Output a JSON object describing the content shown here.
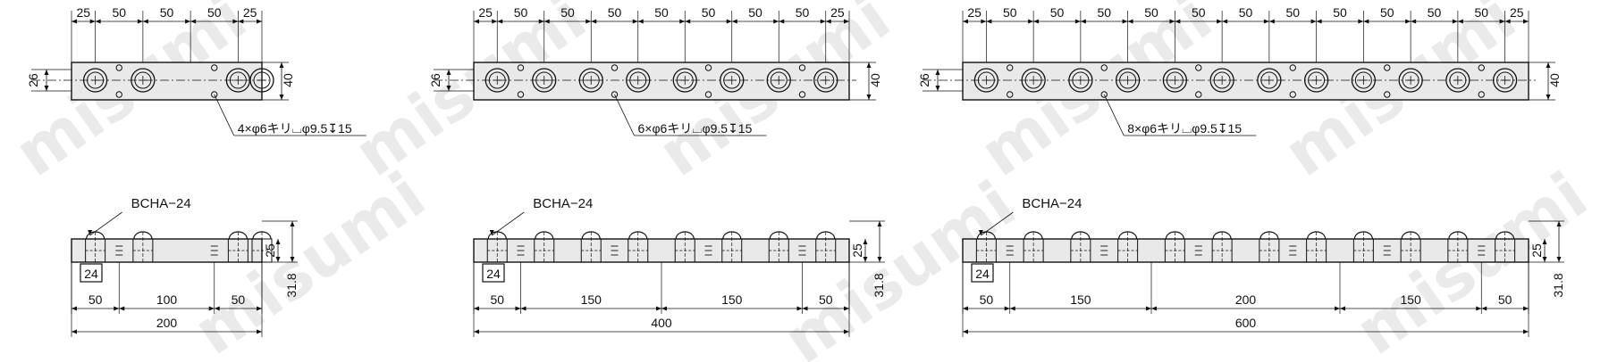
{
  "watermark": "misumi",
  "colors": {
    "plate": "#e9e9e9",
    "line": "#111111",
    "watermark": "#d9d9d9"
  },
  "drawings": [
    {
      "name": "unit-200",
      "top_dims": [
        "25",
        "50",
        "50",
        "50",
        "25"
      ],
      "height_left": "26",
      "height_right": "40",
      "hole_note": "4×φ6キリ⌴φ9.5↧15",
      "part_label": "BCHA−24",
      "pitch_label": "24",
      "block_height": "25",
      "total_height": "31.8",
      "bottom_dims": [
        "50",
        "100",
        "50"
      ],
      "overall": "200"
    },
    {
      "name": "unit-400",
      "top_dims": [
        "25",
        "50",
        "50",
        "50",
        "50",
        "50",
        "50",
        "50",
        "25"
      ],
      "height_left": "26",
      "height_right": "40",
      "hole_note": "6×φ6キリ⌴φ9.5↧15",
      "part_label": "BCHA−24",
      "pitch_label": "24",
      "block_height": "25",
      "total_height": "31.8",
      "bottom_dims": [
        "50",
        "150",
        "150",
        "50"
      ],
      "overall": "400"
    },
    {
      "name": "unit-600",
      "top_dims": [
        "25",
        "50",
        "50",
        "50",
        "50",
        "50",
        "50",
        "50",
        "50",
        "50",
        "50",
        "50",
        "25"
      ],
      "height_left": "26",
      "height_right": "40",
      "hole_note": "8×φ6キリ⌴φ9.5↧15",
      "part_label": "BCHA−24",
      "pitch_label": "24",
      "block_height": "25",
      "total_height": "31.8",
      "bottom_dims": [
        "50",
        "150",
        "200",
        "150",
        "50"
      ],
      "overall": "600"
    }
  ]
}
